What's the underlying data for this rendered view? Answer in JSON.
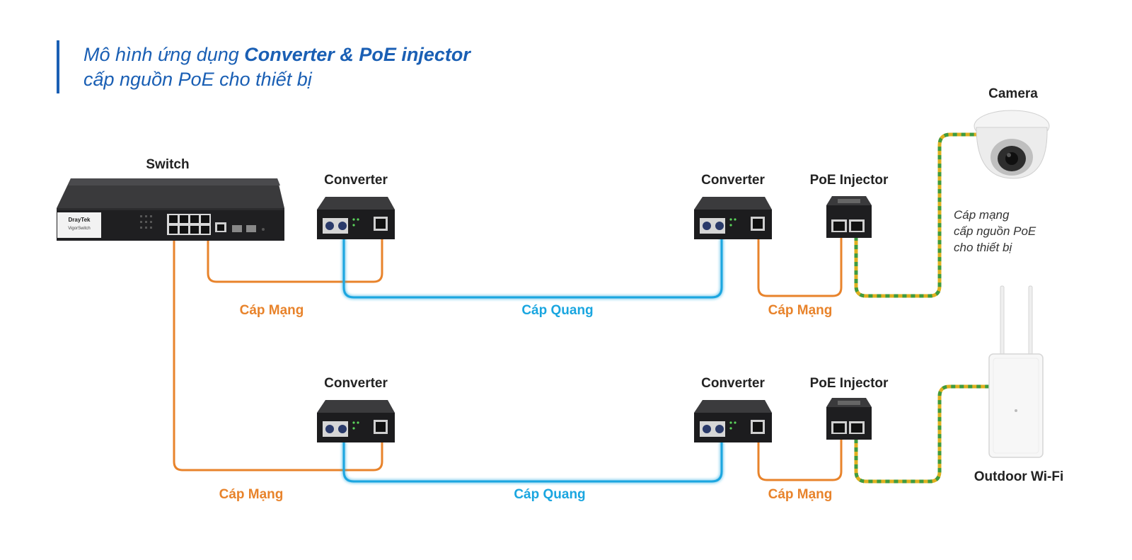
{
  "title": {
    "line1_prefix": "Mô hình ứng dụng ",
    "line1_bold": "Converter & PoE injector",
    "line2": "cấp nguồn PoE cho thiết bị"
  },
  "devices": {
    "switch": "Switch",
    "switch_brand": "DrayTek",
    "switch_model": "VigorSwitch",
    "converter": "Converter",
    "poe_injector": "PoE Injector",
    "camera": "Camera",
    "outdoor_wifi": "Outdoor Wi-Fi"
  },
  "cables": {
    "network": "Cáp Mạng",
    "fiber": "Cáp Quang"
  },
  "poe_note": [
    "Cáp mạng",
    "cấp nguồn PoE",
    "cho thiết bị"
  ],
  "colors": {
    "title": "#1a5fb4",
    "network_cable": "#e8832b",
    "fiber_cable": "#1aa6e0",
    "poe_cable_a": "#e0b020",
    "poe_cable_b": "#3f9b3f"
  }
}
